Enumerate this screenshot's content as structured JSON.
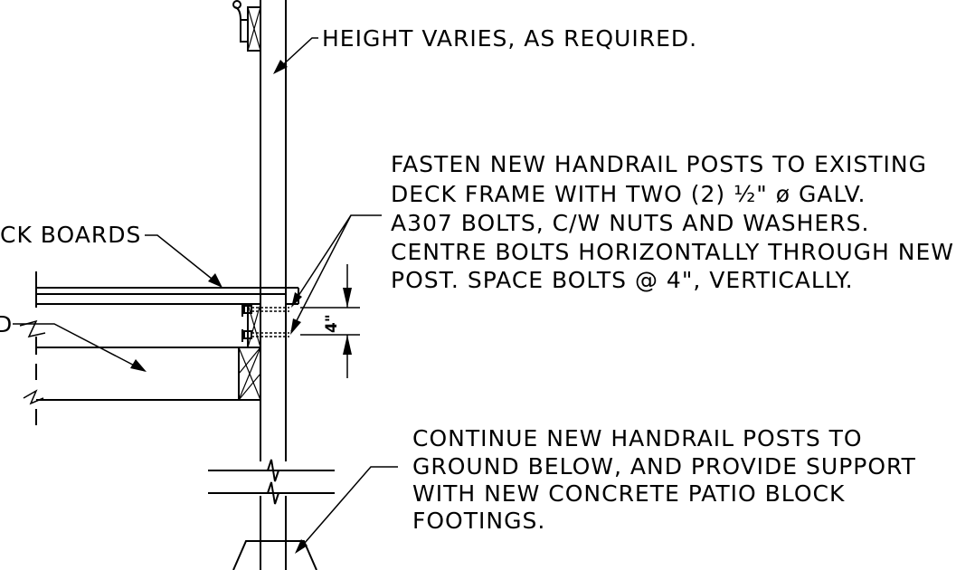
{
  "notes": {
    "height": "HEIGHT VARIES, AS REQUIRED.",
    "fasten": [
      "FASTEN NEW HANDRAIL POSTS TO EXISTING",
      "DECK FRAME WITH TWO (2) ½\" ø GALV.",
      "A307 BOLTS, C/W NUTS AND WASHERS.",
      "CENTRE BOLTS HORIZONTALLY THROUGH NEW",
      "POST. SPACE BOLTS @ 4\", VERTICALLY."
    ],
    "deck_boards": "CK BOARDS",
    "continue": [
      "CONTINUE NEW HANDRAIL POSTS TO",
      "GROUND BELOW, AND PROVIDE SUPPORT",
      "WITH NEW CONCRETE PATIO BLOCK",
      "FOOTINGS."
    ],
    "fragment_d": "D"
  },
  "dimension": {
    "spacing": "4\""
  }
}
